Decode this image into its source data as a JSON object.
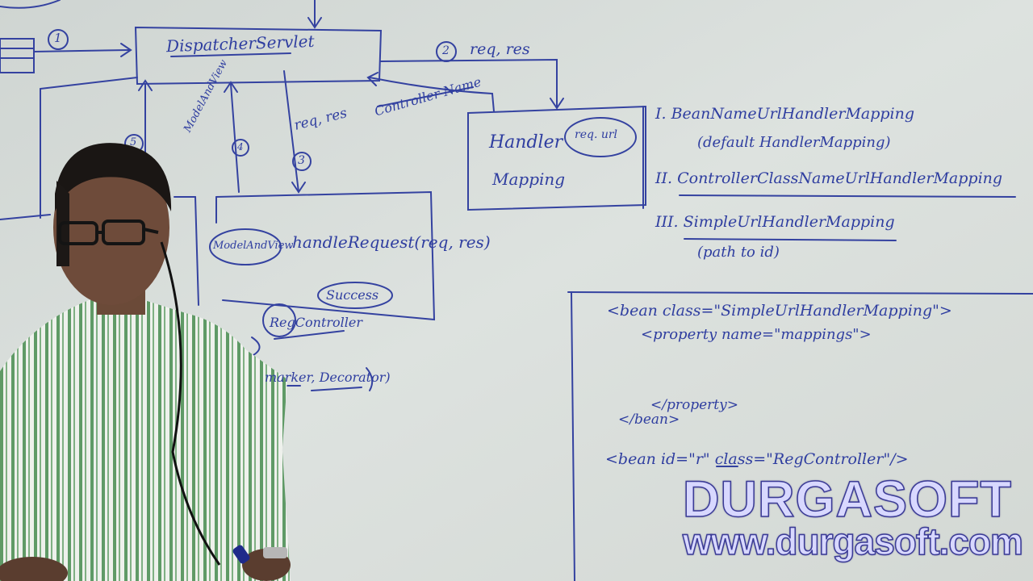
{
  "board": {
    "dispatcher": "DispatcherServlet",
    "step1": "1",
    "step2": "2",
    "req_res_top": "req, res",
    "controller_name": "Controller Name",
    "handler_mapping_1": "Handler",
    "handler_mapping_2": "Mapping",
    "req_url": "req. url",
    "step5": "5",
    "model_and_view_side": "ModelAndView",
    "step4": "4",
    "req_res_mid": "req, res",
    "step3": "3",
    "model_and_view_box": "ModelAndView",
    "handle_request": "handleRequest(req, res)",
    "success": "Success",
    "reg_controller": "RegController",
    "bottom_partial": "marker, Decorator)",
    "list_1": "I. BeanNameUrlHandlerMapping",
    "list_1_sub": "(default HandlerMapping)",
    "list_2": "II. ControllerClassNameUrlHandlerMapping",
    "list_3": "III. SimpleUrlHandlerMapping",
    "list_3_sub": "(path to id)",
    "xml_1": "<bean class=\"SimpleUrlHandlerMapping\">",
    "xml_2": "<property name=\"mappings\">",
    "xml_3": "</property>",
    "xml_4": "</bean>",
    "xml_5": "<bean id=\"r\" class=\"RegController\"/>"
  },
  "watermark": {
    "brand": "DURGASOFT",
    "url": "www.durgasoft.com"
  },
  "colors": {
    "marker": "#2f3ea0",
    "board": "#d7dcd8",
    "shirt_stripe": "#4f8a58",
    "watermark_fill": "#d8d8ff"
  }
}
